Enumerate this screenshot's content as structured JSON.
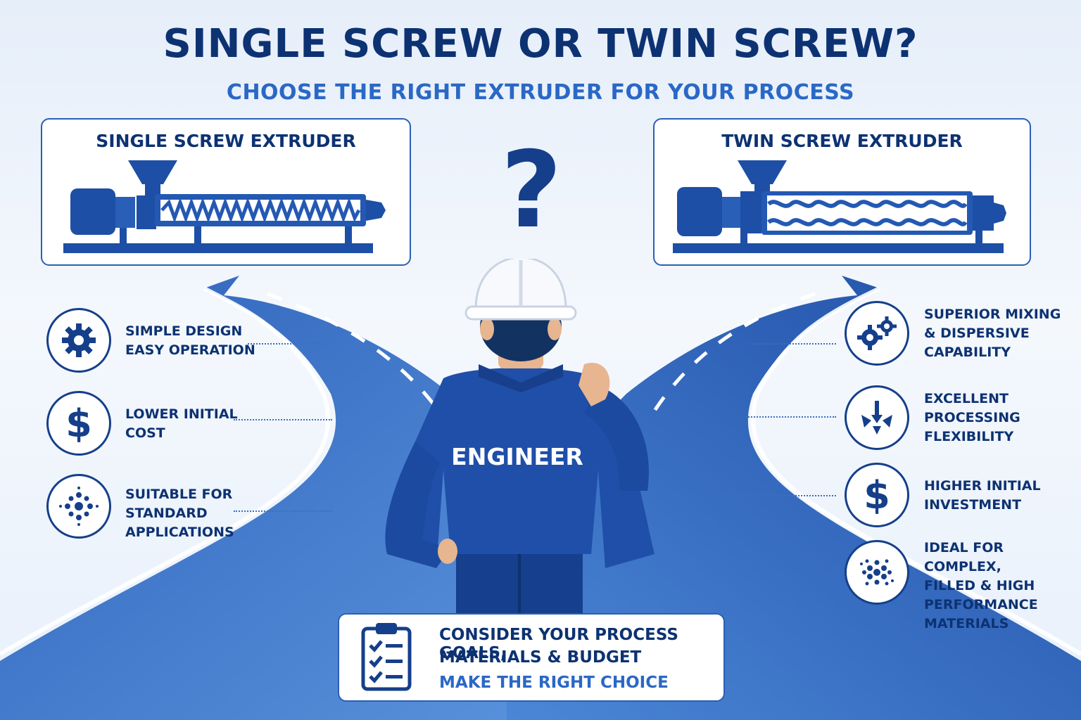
{
  "header": {
    "title": "SINGLE SCREW OR TWIN SCREW?",
    "subtitle": "CHOOSE THE RIGHT EXTRUDER FOR YOUR PROCESS"
  },
  "left_panel": {
    "title": "SINGLE SCREW EXTRUDER"
  },
  "right_panel": {
    "title": "TWIN SCREW EXTRUDER"
  },
  "question_mark": "?",
  "engineer": {
    "jacket_label": "ENGINEER"
  },
  "left_features": [
    {
      "icon": "gear-icon",
      "lines": [
        "SIMPLE DESIGN",
        "EASY OPERATION"
      ]
    },
    {
      "icon": "dollar-icon",
      "lines": [
        "LOWER INITIAL",
        "COST"
      ]
    },
    {
      "icon": "dots-cluster-icon",
      "lines": [
        "SUITABLE FOR",
        "STANDARD",
        "APPLICATIONS"
      ]
    }
  ],
  "right_features": [
    {
      "icon": "double-gear-icon",
      "lines": [
        "SUPERIOR MIXING",
        "& DISPERSIVE",
        "CAPABILITY"
      ]
    },
    {
      "icon": "flow-arrows-icon",
      "lines": [
        "EXCELLENT",
        "PROCESSING",
        "FLEXIBILITY"
      ]
    },
    {
      "icon": "dollar-icon",
      "lines": [
        "HIGHER INITIAL",
        "INVESTMENT"
      ]
    },
    {
      "icon": "particles-icon",
      "lines": [
        "IDEAL FOR COMPLEX,",
        "FILLED & HIGH",
        "PERFORMANCE",
        "MATERIALS"
      ]
    }
  ],
  "bottom_card": {
    "line1": "CONSIDER YOUR PROCESS GOALS,",
    "line2": "MATERIALS & BUDGET",
    "cta": "MAKE THE RIGHT CHOICE"
  },
  "colors": {
    "navy": "#0d3272",
    "accent_blue": "#2a68c6",
    "machine_blue": "#1d4fa6",
    "road_blue": "#3f78cc",
    "jacket_blue": "#1f4fa8"
  }
}
